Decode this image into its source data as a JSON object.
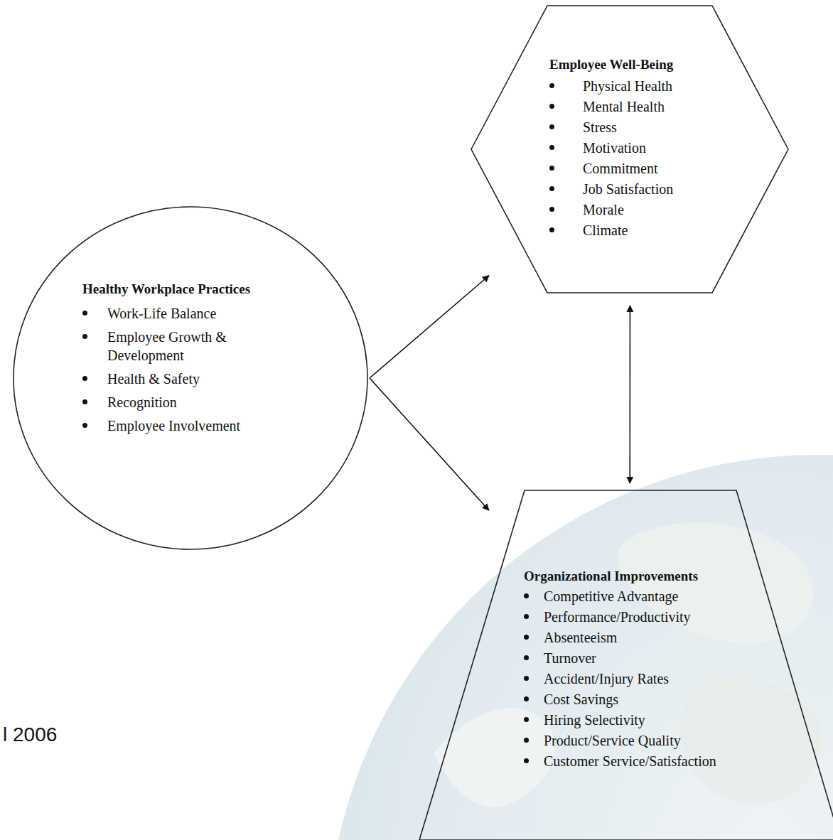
{
  "diagram": {
    "nodes": [
      {
        "text": [
          "Healthy Workplace Practices",
          "Work-Life Balance",
          "Employee Growth & Development",
          "Health & Safety",
          "Recognition",
          "Employee Involvement"
        ]
      },
      {
        "text": [
          "Employee Well-Being",
          "Physical Health",
          "Mental Health",
          "Stress",
          "Motivation",
          "Commitment",
          "Job Satisfaction",
          "Morale",
          "Climate"
        ]
      },
      {
        "text": [
          "Organizational Improvements",
          "Competitive Advantage",
          "Performance/Productivity",
          "Absenteeism",
          "Turnover",
          "Accident/Injury Rates",
          "Cost Savings",
          "Hiring Selectivity",
          "Product/Service Quality",
          "Customer Service/Satisfaction"
        ]
      }
    ],
    "edges": [
      {
        "from": 0,
        "to": 1,
        "arrow": "to"
      },
      {
        "from": 0,
        "to": 2,
        "arrow": "to"
      },
      {
        "from": 1,
        "to": 2,
        "arrow": "both"
      }
    ],
    "labels": [
      "l 2006"
    ]
  }
}
